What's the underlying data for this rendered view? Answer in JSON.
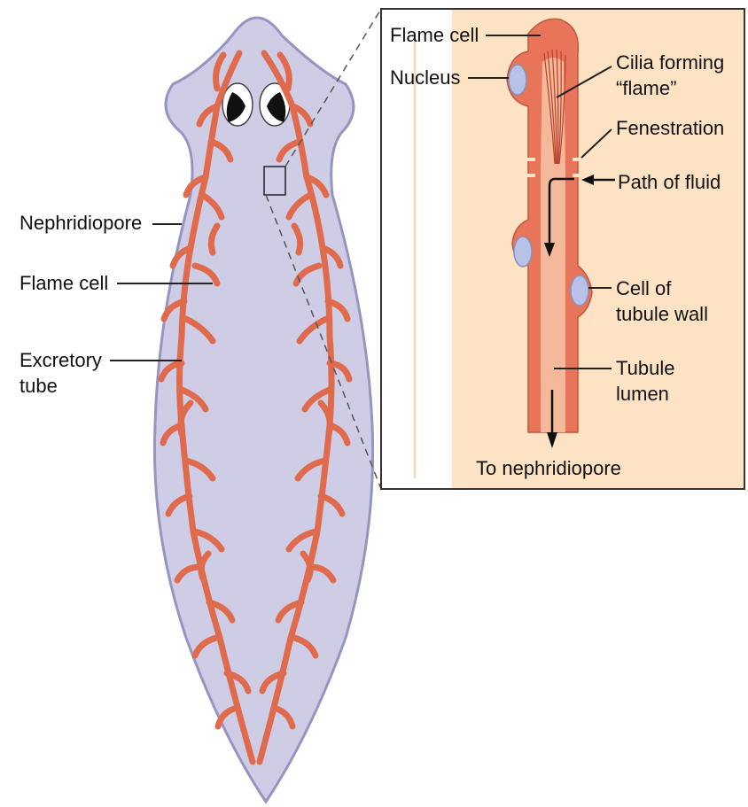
{
  "diagram": {
    "left_labels": {
      "nephridiopore": "Nephridiopore",
      "flame_cell": "Flame cell",
      "excretory_tube_line1": "Excretory",
      "excretory_tube_line2": "tube"
    },
    "inset_labels": {
      "flame_cell": "Flame cell",
      "nucleus": "Nucleus",
      "cilia_line1": "Cilia forming",
      "cilia_line2": "“flame”",
      "fenestration": "Fenestration",
      "path_of_fluid": "Path of fluid",
      "cell_of_tubule_line1": "Cell of",
      "cell_of_tubule_line2": "tubule wall",
      "tubule_lumen_line1": "Tubule",
      "tubule_lumen_line2": "lumen",
      "to_nephridiopore": "To nephridiopore"
    },
    "colors": {
      "body_fill": "#cfcde6",
      "body_outline": "#9694c0",
      "excretory_network": "#e06a4c",
      "inset_background": "#fde3c4",
      "inset_frame": "#333333",
      "tubule_wall": "#e8755a",
      "tubule_lumen": "#f4b99a",
      "nucleus_fill": "#b8c2e8"
    }
  }
}
